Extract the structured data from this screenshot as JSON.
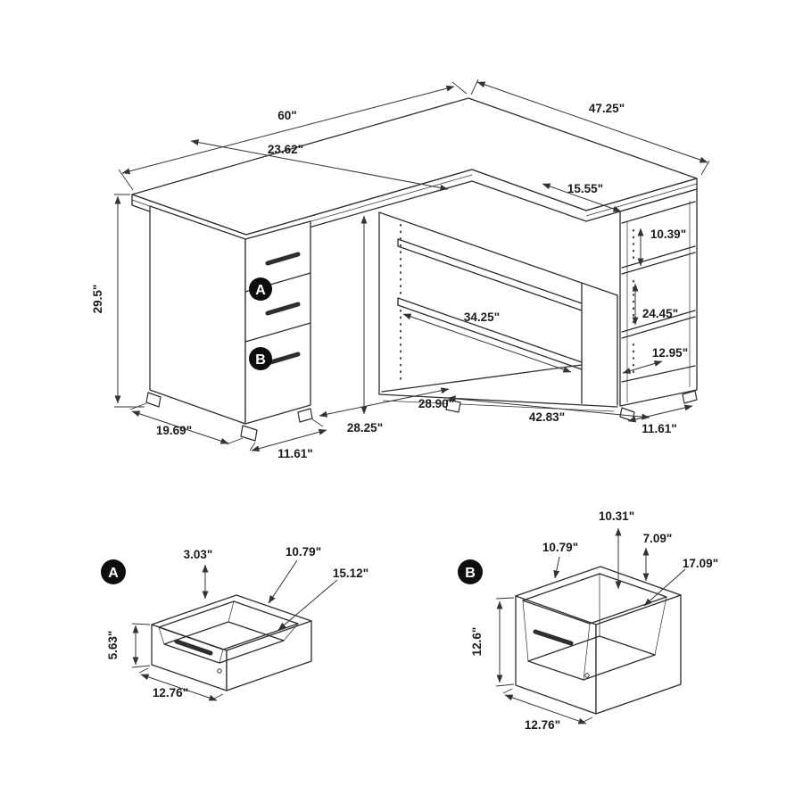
{
  "diagram": {
    "main": {
      "badge_a": "A",
      "badge_b": "B",
      "dims": {
        "top_length": "60\"",
        "return_length": "47.25\"",
        "top_depth": "23.62\"",
        "end_shelf_width": "15.55\"",
        "end_top_opening": "10.39\"",
        "overall_height": "29.5\"",
        "shelf_length": "34.25\"",
        "end_mid_opening": "24.45\"",
        "end_low_opening": "12.95\"",
        "kneehole_width": "28.90\"",
        "base_length": "42.83\"",
        "end_base_width": "11.61\"",
        "kneehole_height": "28.25\"",
        "pedestal_depth": "19.69\"",
        "pedestal_width": "11.61\""
      }
    },
    "detail_a": {
      "badge": "A",
      "dims": {
        "wall_height": "3.03\"",
        "inner_width": "10.79\"",
        "inner_depth": "15.12\"",
        "front_height": "5.63\"",
        "front_width": "12.76\""
      }
    },
    "detail_b": {
      "badge": "B",
      "dims": {
        "inner_depth": "10.31\"",
        "inner_width": "10.79\"",
        "rail_depth": "7.09\"",
        "side_depth": "17.09\"",
        "front_height": "12.6\"",
        "front_width": "12.76\""
      }
    }
  }
}
